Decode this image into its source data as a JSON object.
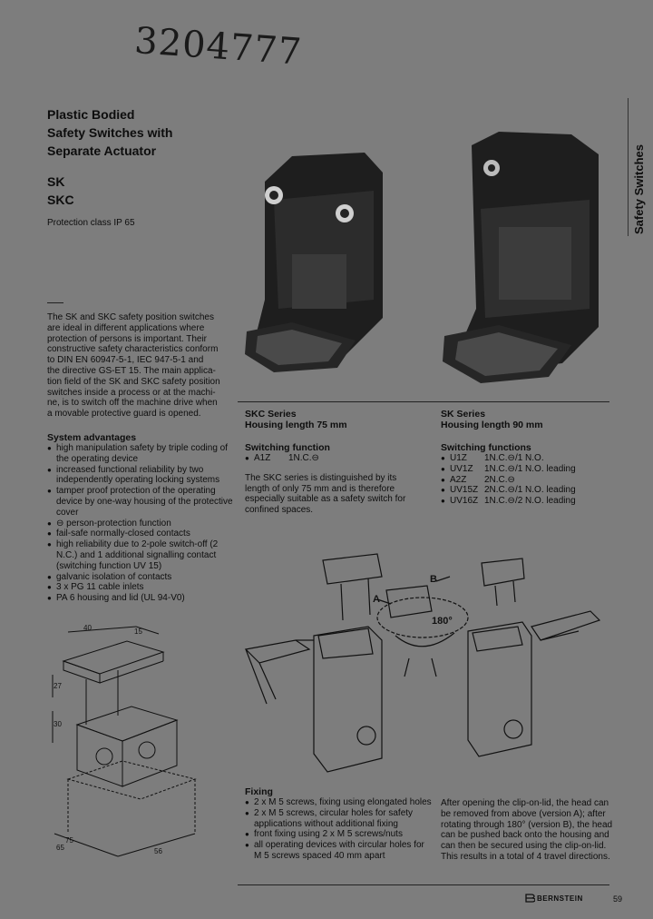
{
  "handwritten_number": "3204777",
  "title_lines": [
    "Plastic Bodied",
    "Safety Switches with",
    "Separate Actuator"
  ],
  "models": [
    "SK",
    "SKC"
  ],
  "protection_class": "Protection class IP 65",
  "side_label": "Safety Switches",
  "intro": [
    "The SK and SKC safety position switches",
    "are ideal in different applications where",
    "protection of persons is important. Their",
    "constructive safety characteristics conform",
    "to DIN EN 60947-5-1, IEC 947-5-1 and",
    "the directive GS-ET 15. The main applica-",
    "tion field of the SK and SKC safety position",
    "switches inside a process or at the machi-",
    "ne, is to switch off the machine drive when",
    "a movable protective guard is opened."
  ],
  "system_advantages": {
    "heading": "System advantages",
    "items": [
      "high manipulation safety by triple coding of the operating device",
      "increased functional reliability by two independently operating locking systems",
      "tamper proof protection of the operating device by one-way housing of the protective cover",
      "⊖ person-protection function",
      "fail-safe normally-closed contacts",
      "high reliability due to 2-pole switch-off (2 N.C.) and 1 additional signalling contact (switching function UV 15)",
      "galvanic isolation of contacts",
      "3 x PG 11 cable inlets",
      "PA 6 housing and lid (UL 94-V0)"
    ]
  },
  "skc": {
    "series": "SKC Series",
    "housing": "Housing length 75 mm",
    "switching_heading": "Switching function",
    "functions": [
      {
        "code": "A1Z",
        "config": "1N.C.⊖"
      }
    ],
    "note": [
      "The SKC series is distinguished by its",
      "length of only 75 mm and is therefore",
      "especially suitable as a safety switch for",
      "confined spaces."
    ]
  },
  "sk": {
    "series": "SK Series",
    "housing": "Housing length 90 mm",
    "switching_heading": "Switching functions",
    "functions": [
      {
        "code": "U1Z",
        "config": "1N.C.⊖/1 N.O."
      },
      {
        "code": "UV1Z",
        "config": "1N.C.⊖/1 N.O. leading"
      },
      {
        "code": "A2Z",
        "config": "2N.C.⊖"
      },
      {
        "code": "UV15Z",
        "config": "2N.C.⊖/1 N.O. leading"
      },
      {
        "code": "UV16Z",
        "config": "1N.C.⊖/2 N.O. leading"
      }
    ]
  },
  "diagram_labels": {
    "a": "A",
    "b": "B",
    "angle": "180°"
  },
  "drawing_dims": {
    "d1": "40",
    "d2": "15",
    "d3": "27",
    "d4": "30",
    "d5": "65",
    "d6": "75",
    "d7": "56"
  },
  "fixing": {
    "heading": "Fixing",
    "items": [
      "2 x M 5 screws, fixing using elongated holes",
      "2 x M 5 screws, circular holes for safety applications without additional fixing",
      "front fixing using 2 x M 5 screws/nuts",
      "all operating devices with circular holes for M 5 screws spaced 40 mm apart"
    ],
    "note": [
      "After opening the clip-on-lid, the head can",
      "be removed from above (version A); after",
      "rotating through 180° (version B), the head",
      "can be pushed back onto the housing and",
      "can then be secured using the clip-on-lid.",
      "This results in a total of 4 travel directions."
    ]
  },
  "footer": {
    "brand": "BERNSTEIN",
    "page": "59"
  }
}
